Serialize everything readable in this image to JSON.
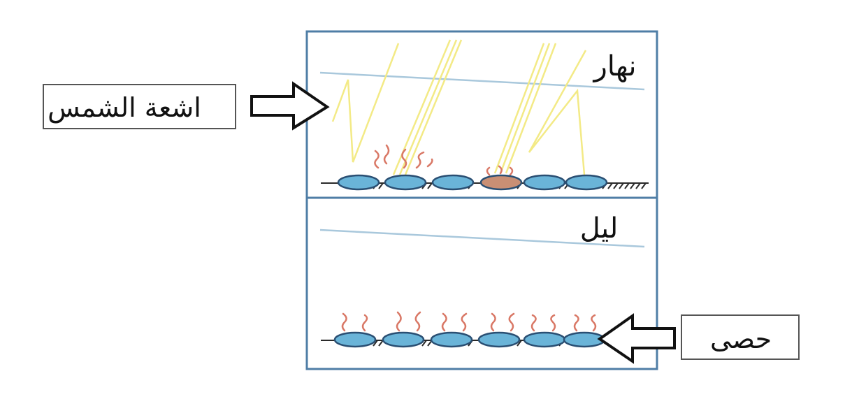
{
  "labels": {
    "day": "نهار",
    "night": "ليل",
    "sun_rays": "اشعة الشمس",
    "pebbles": "حصى"
  },
  "colors": {
    "panel_border": "#4f7ea6",
    "horizon_line": "#a9c8dc",
    "ray": "#f3ea86",
    "pebble_fill": "#6ab4d8",
    "pebble_stroke": "#2a4f73",
    "heat_wave": "#d97866",
    "ground_hatch": "#2a2a2a",
    "arrow_stroke": "#111111"
  },
  "icons": [
    "sun-ray",
    "pebble",
    "heat-wave",
    "pointer-arrow"
  ]
}
